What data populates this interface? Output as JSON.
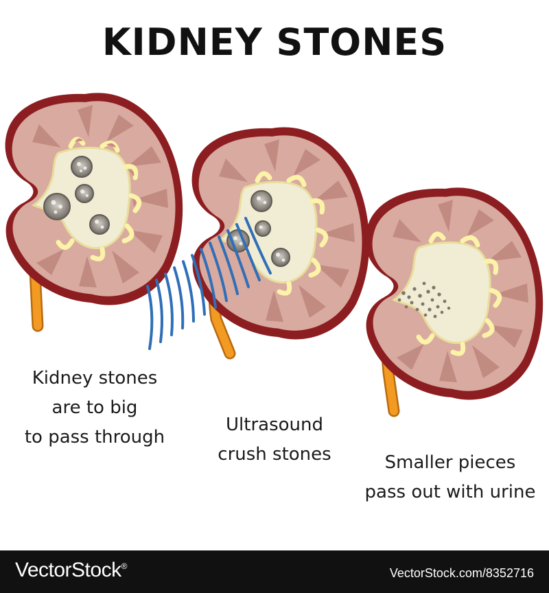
{
  "title": "KIDNEY STONES",
  "stages": [
    {
      "lines": [
        "Kidney stones",
        "are to big",
        "to pass through"
      ]
    },
    {
      "lines": [
        "Ultrasound",
        "crush stones"
      ]
    },
    {
      "lines": [
        "Smaller pieces",
        "pass out with urine"
      ]
    }
  ],
  "footer": {
    "brand": "VectorStock",
    "brand_mark": "®",
    "ref": "VectorStock.com/8352716"
  },
  "colors": {
    "capsule": "#8c1d20",
    "cortex": "#d9aaa0",
    "pelvis": "#f1ecd4",
    "ureter": "#f29a22",
    "calyx": "#fbf3a8",
    "waves": "#2f6fb8",
    "stone": "#9b948b"
  }
}
